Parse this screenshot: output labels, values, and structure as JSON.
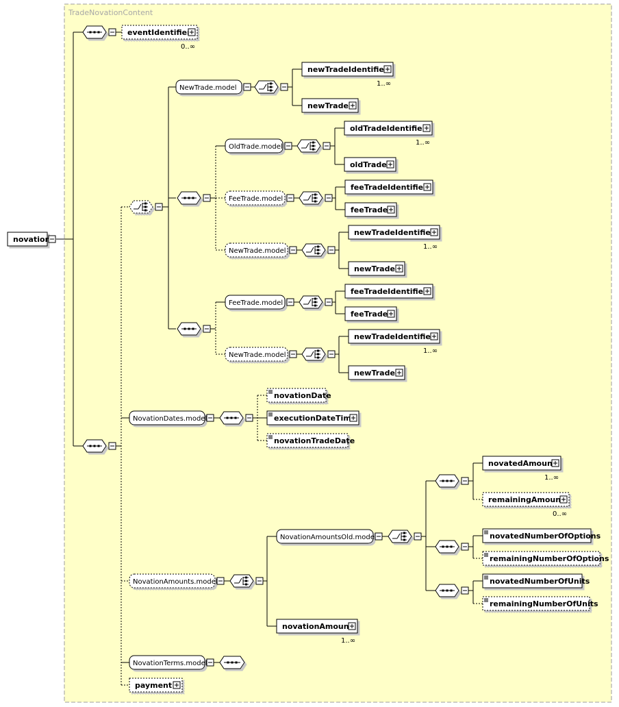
{
  "diagram": {
    "group_title": "TradeNovationContent",
    "root": "novation",
    "colors": {
      "group_fill": "#FFFFC8",
      "group_border": "#9E9E9E",
      "group_title": "#A7A7A7",
      "node_fill": "#FFFFFF",
      "line": "#000000",
      "shadow": "#C8C8C8"
    },
    "elements": {
      "eventIdentifier": "eventIdentifier",
      "newTradeIdentifier": "newTradeIdentifier",
      "newTrade": "newTrade",
      "oldTradeIdentifier": "oldTradeIdentifier",
      "oldTrade": "oldTrade",
      "feeTradeIdentifier": "feeTradeIdentifier",
      "feeTrade": "feeTrade",
      "novationDate": "novationDate",
      "executionDateTime": "executionDateTime",
      "novationTradeDate": "novationTradeDate",
      "novatedAmount": "novatedAmount",
      "remainingAmount": "remainingAmount",
      "novatedNumberOfOptions": "novatedNumberOfOptions",
      "remainingNumberOfOptions": "remainingNumberOfOptions",
      "novatedNumberOfUnits": "novatedNumberOfUnits",
      "remainingNumberOfUnits": "remainingNumberOfUnits",
      "novationAmount": "novationAmount",
      "payment": "payment"
    },
    "groups": {
      "NewTrade": "NewTrade.model",
      "OldTrade": "OldTrade.model",
      "FeeTrade": "FeeTrade.model",
      "NovationDates": "NovationDates.model",
      "NovationAmounts": "NovationAmounts.model",
      "NovationAmountsOld": "NovationAmountsOld.model",
      "NovationTerms": "NovationTerms.model"
    },
    "cardinality": {
      "zero_many": "0..∞",
      "one_many": "1..∞"
    }
  }
}
